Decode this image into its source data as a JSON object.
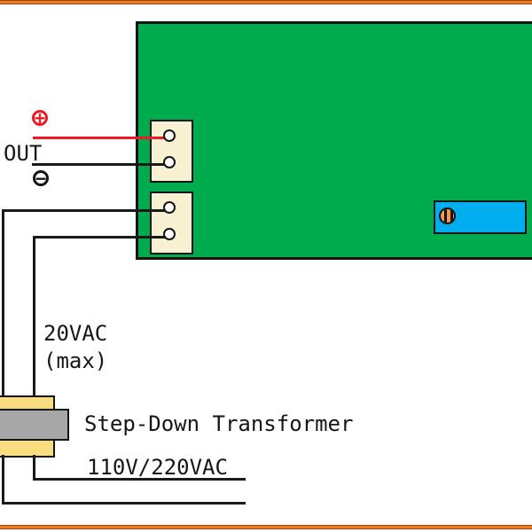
{
  "diagram": {
    "type": "wiring-diagram",
    "subject": "thermostat-board power supply wiring"
  },
  "labels": {
    "out": "OUT",
    "positive": "+",
    "negative": "−",
    "secondary_voltage": "20VAC",
    "secondary_qualifier": "(max)",
    "transformer": "Step-Down Transformer",
    "primary_voltage": "110V/220VAC"
  },
  "icons": {
    "positive_terminal": "plus-circle-icon",
    "negative_terminal": "minus-circle-icon",
    "potentiometer_screw": "screw-slot-icon"
  },
  "colors": {
    "frame_orange": "#E87E23",
    "board_green": "#00AB4E",
    "connector_cream": "#F7F0D2",
    "potentiometer_blue": "#00AEEF",
    "screw_orange": "#F09A4B",
    "transformer_coil_yellow": "#F7DC80",
    "transformer_core_gray": "#A7A7A7",
    "wire_red": "#EC1B23",
    "wire_black": "#1A1A1A",
    "text_black": "#161616"
  }
}
